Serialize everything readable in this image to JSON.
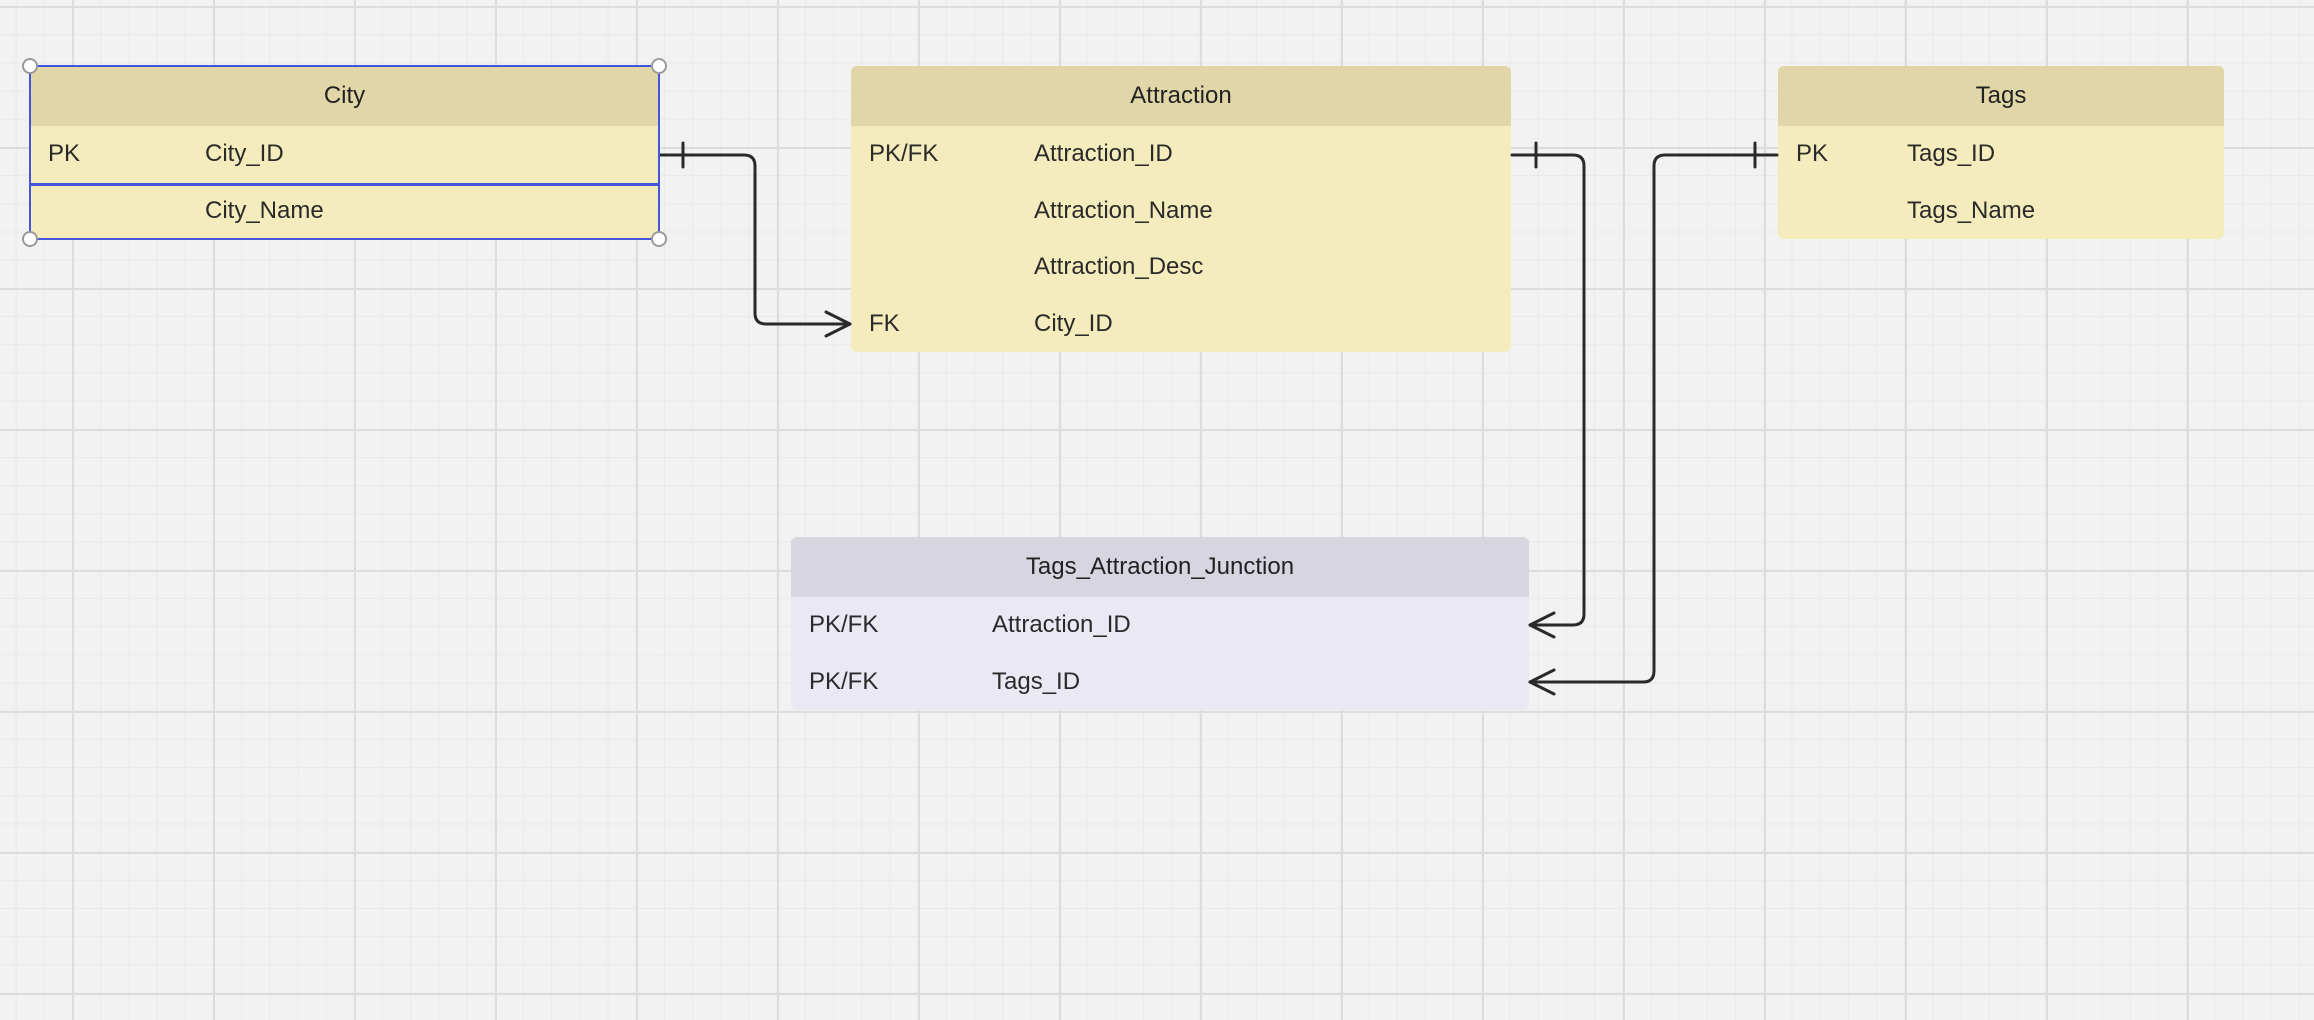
{
  "entities": {
    "city": {
      "title": "City",
      "rows": [
        {
          "key": "PK",
          "field": "City_ID"
        },
        {
          "key": "",
          "field": "City_Name"
        }
      ]
    },
    "attraction": {
      "title": "Attraction",
      "rows": [
        {
          "key": "PK/FK",
          "field": "Attraction_ID"
        },
        {
          "key": "",
          "field": "Attraction_Name"
        },
        {
          "key": "",
          "field": "Attraction_Desc"
        },
        {
          "key": "FK",
          "field": "City_ID"
        }
      ]
    },
    "tags": {
      "title": "Tags",
      "rows": [
        {
          "key": "PK",
          "field": "Tags_ID"
        },
        {
          "key": "",
          "field": "Tags_Name"
        }
      ]
    },
    "junction": {
      "title": "Tags_Attraction_Junction",
      "rows": [
        {
          "key": "PK/FK",
          "field": "Attraction_ID"
        },
        {
          "key": "PK/FK",
          "field": "Tags_ID"
        }
      ]
    }
  },
  "relationships": [
    {
      "from": "City.City_ID",
      "from_cardinality": "one",
      "to": "Attraction.City_ID",
      "to_cardinality": "many"
    },
    {
      "from": "Attraction.Attraction_ID",
      "from_cardinality": "one",
      "to": "Tags_Attraction_Junction.Attraction_ID",
      "to_cardinality": "many"
    },
    {
      "from": "Tags.Tags_ID",
      "from_cardinality": "one",
      "to": "Tags_Attraction_Junction.Tags_ID",
      "to_cardinality": "many"
    }
  ],
  "colors": {
    "canvas": "#f2f2f2",
    "entity_yellow_body": "#f5ecbd",
    "entity_yellow_header": "#e0d6a8",
    "entity_purple_body": "#eae9f3",
    "entity_purple_header": "#d6d5e0",
    "selection": "#4455dd",
    "connector": "#2a2a2a"
  },
  "selected_entity": "City"
}
